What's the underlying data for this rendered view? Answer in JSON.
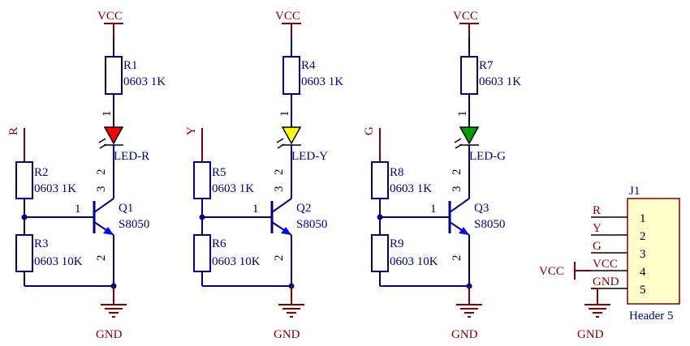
{
  "stages": [
    {
      "vcc": "VCC",
      "net": "R",
      "r_top": {
        "ref": "R1",
        "value": "0603 1K"
      },
      "led": {
        "ref": "LED-R",
        "color": "#ff0000"
      },
      "r_base": {
        "ref": "R2",
        "value": "0603 1K"
      },
      "r_pull": {
        "ref": "R3",
        "value": "0603 10K"
      },
      "q": {
        "ref": "Q1",
        "value": "S8050"
      },
      "gnd": "GND"
    },
    {
      "vcc": "VCC",
      "net": "Y",
      "r_top": {
        "ref": "R4",
        "value": "0603 1K"
      },
      "led": {
        "ref": "LED-Y",
        "color": "#ffff00"
      },
      "r_base": {
        "ref": "R5",
        "value": "0603 1K"
      },
      "r_pull": {
        "ref": "R6",
        "value": "0603 10K"
      },
      "q": {
        "ref": "Q2",
        "value": "S8050"
      },
      "gnd": "GND"
    },
    {
      "vcc": "VCC",
      "net": "G",
      "r_top": {
        "ref": "R7",
        "value": "0603 1K"
      },
      "led": {
        "ref": "LED-G",
        "color": "#00a000"
      },
      "r_base": {
        "ref": "R8",
        "value": "0603 1K"
      },
      "r_pull": {
        "ref": "R9",
        "value": "0603 10K"
      },
      "q": {
        "ref": "Q3",
        "value": "S8050"
      },
      "gnd": "GND"
    }
  ],
  "pins": {
    "p1": "1",
    "p2": "2",
    "p3": "3"
  },
  "header": {
    "ref": "J1",
    "name": "Header 5",
    "pins": [
      "1",
      "2",
      "3",
      "4",
      "5"
    ],
    "nets": [
      "R",
      "Y",
      "G",
      "VCC",
      "GND"
    ],
    "vcc": "VCC",
    "gnd": "GND"
  }
}
